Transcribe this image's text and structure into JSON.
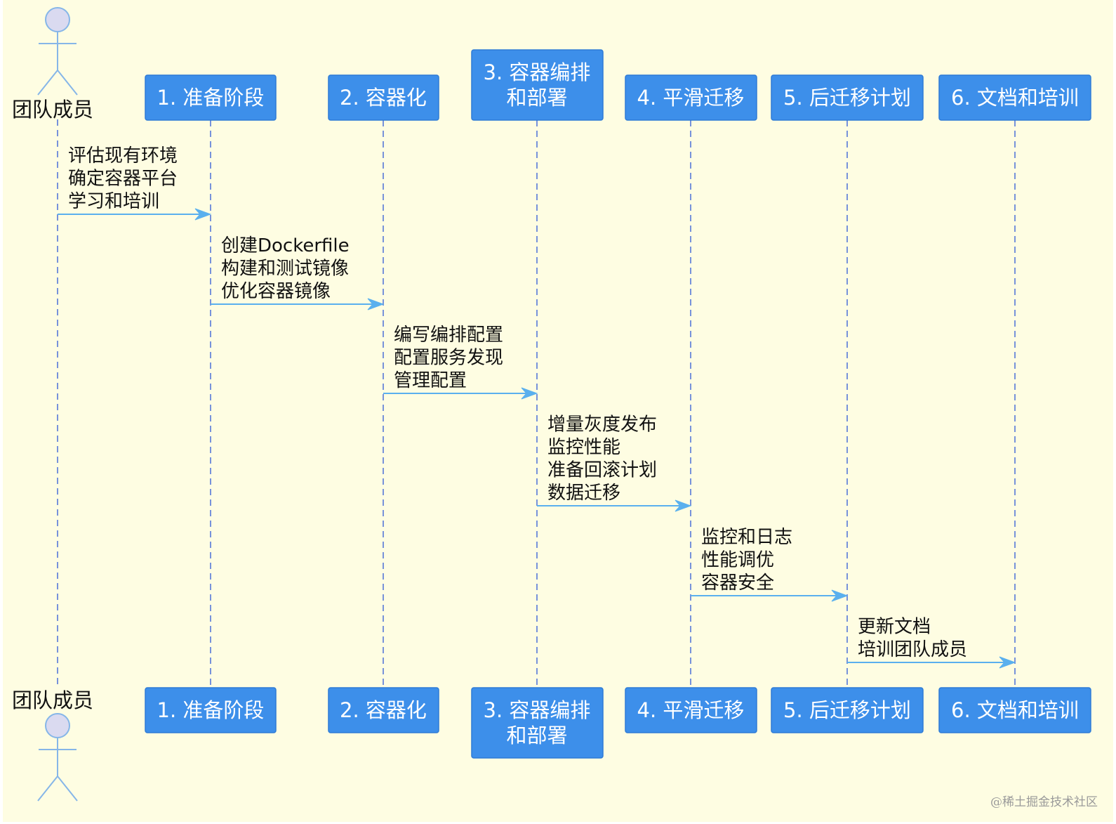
{
  "actor": {
    "name": "团队成员"
  },
  "participants": [
    {
      "id": "p1",
      "lines": [
        "1. 准备阶段"
      ]
    },
    {
      "id": "p2",
      "lines": [
        "2. 容器化"
      ]
    },
    {
      "id": "p3",
      "lines": [
        "3. 容器编排",
        "和部署"
      ]
    },
    {
      "id": "p4",
      "lines": [
        "4. 平滑迁移"
      ]
    },
    {
      "id": "p5",
      "lines": [
        "5. 后迁移计划"
      ]
    },
    {
      "id": "p6",
      "lines": [
        "6. 文档和培训"
      ]
    }
  ],
  "messages": [
    {
      "from": "actor",
      "to": "p1",
      "lines": [
        "评估现有环境",
        "确定容器平台",
        "学习和培训"
      ]
    },
    {
      "from": "p1",
      "to": "p2",
      "lines": [
        "创建Dockerfile",
        "构建和测试镜像",
        "优化容器镜像"
      ]
    },
    {
      "from": "p2",
      "to": "p3",
      "lines": [
        "编写编排配置",
        "配置服务发现",
        "管理配置"
      ]
    },
    {
      "from": "p3",
      "to": "p4",
      "lines": [
        "增量灰度发布",
        "监控性能",
        "准备回滚计划",
        "数据迁移"
      ]
    },
    {
      "from": "p4",
      "to": "p5",
      "lines": [
        "监控和日志",
        "性能调优",
        "容器安全"
      ]
    },
    {
      "from": "p5",
      "to": "p6",
      "lines": [
        "更新文档",
        "培训团队成员"
      ]
    }
  ],
  "watermark": "@稀土掘金技术社区",
  "colors": {
    "background": "#FEFDE2",
    "participant_fill": "#3D8FEA",
    "participant_border": "#2E7BD6",
    "lifeline": "#4A6FD8",
    "arrow": "#5AB0EE",
    "actor_head": "#DADAF0",
    "actor_stroke": "#86B6E8"
  }
}
